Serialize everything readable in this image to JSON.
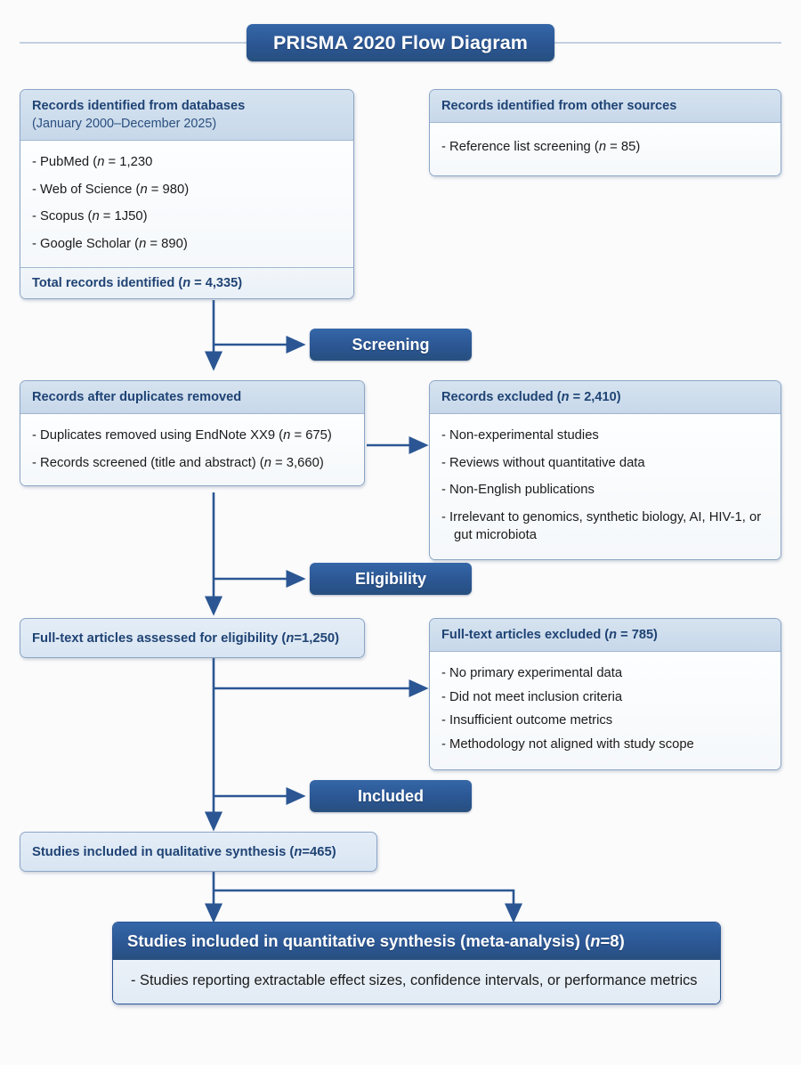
{
  "title": "PRISMA 2020 Flow Diagram",
  "colors": {
    "badge_blue": "#2b5693",
    "header_blue": "#c7d8ea",
    "border_blue": "#8ba6c6",
    "text_blue": "#1f4374",
    "background": "#fbfbfc",
    "arrow": "#2b5693"
  },
  "identification": {
    "databases_box": {
      "header": "Records identified from databases",
      "subheader": "(January 2000–December 2025)",
      "items": [
        "- PubMed (n = 1,230",
        "- Web of Science (n = 980)",
        "- Scopus (n = 1J50)",
        "- Google Scholar (n = 890)"
      ],
      "total": "Total records identified (n = 4,335)"
    },
    "other_sources_box": {
      "header": "Records identified from other sources",
      "items": [
        "- Reference list screening (n = 85)"
      ]
    }
  },
  "stages": [
    {
      "label": "Screening"
    },
    {
      "label": "Eligibility"
    },
    {
      "label": "Included"
    }
  ],
  "screening": {
    "duplicates_box": {
      "header": "Records after duplicates removed",
      "items": [
        "- Duplicates removed using EndNote XX9 (n = 675)",
        "- Records screened (title and abstract) (n = 3,660)"
      ]
    },
    "excluded_box": {
      "header": "Records excluded (n = 2,410)",
      "items": [
        "- Non-experimental studies",
        "- Reviews without quantitative data",
        "- Non-English publications",
        "- Irrelevant to genomics, synthetic biology, AI, HIV-1, or gut microbiota"
      ]
    }
  },
  "eligibility": {
    "assessed_box": {
      "label": "Full-text articles assessed for eligibility (n=1,250)"
    },
    "excluded_box": {
      "header": "Full-text articles excluded (n = 785)",
      "items": [
        "- No primary experimental data",
        "- Did not meet inclusion criteria",
        "- Insufficient outcome metrics",
        "- Methodology not aligned with study scope"
      ]
    }
  },
  "included": {
    "qualitative_box": {
      "label": "Studies included in qualitative synthesis (n=465)"
    },
    "quantitative_box": {
      "header": "Studies included in quantitative synthesis (meta-analysis) (n=8)",
      "items": [
        "- Studies reporting extractable effect sizes, confidence intervals, or performance metrics"
      ]
    }
  }
}
